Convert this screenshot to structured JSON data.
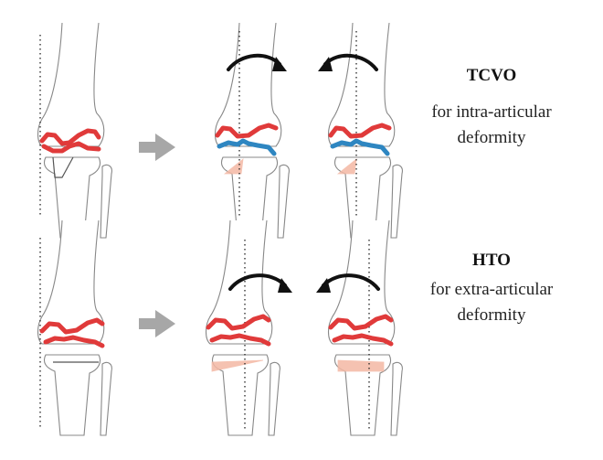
{
  "rows": [
    {
      "id": "tcvo",
      "title": "TCVO",
      "subtitle_lines": [
        "for intra-articular",
        "deformity"
      ]
    },
    {
      "id": "hto",
      "title": "HTO",
      "subtitle_lines": [
        "for extra-articular",
        "deformity"
      ]
    }
  ],
  "colors": {
    "femoral_line": "#e03a3a",
    "tibial_line": "#2e86c1",
    "wedge": "#f4b8a4",
    "transition_arrow": "#a7a7a7",
    "rotation_arrow": "#111111"
  }
}
